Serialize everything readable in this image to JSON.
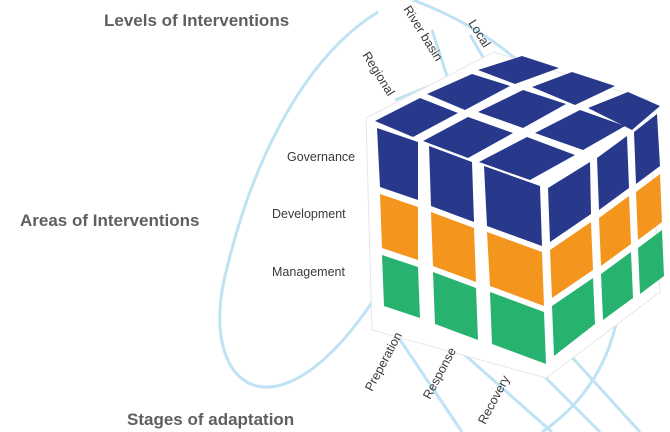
{
  "headings": {
    "levels": "Levels of Interventions",
    "areas": "Areas of Interventions",
    "stages": "Stages of adaptation"
  },
  "levels": [
    "Regional",
    "River basin",
    "Local"
  ],
  "areas": [
    "Governance",
    "Development",
    "Management"
  ],
  "stages": [
    "Preperation",
    "Response",
    "Recovery"
  ],
  "colors": {
    "guide_lines": "#bfe3f4",
    "top_face": "#28398c",
    "row_governance": "#28398c",
    "row_development": "#f4951e",
    "row_management": "#27b36f",
    "cube_body": "#ffffff",
    "heading_text": "#5f5f5f",
    "label_text": "#3a3a3a"
  }
}
